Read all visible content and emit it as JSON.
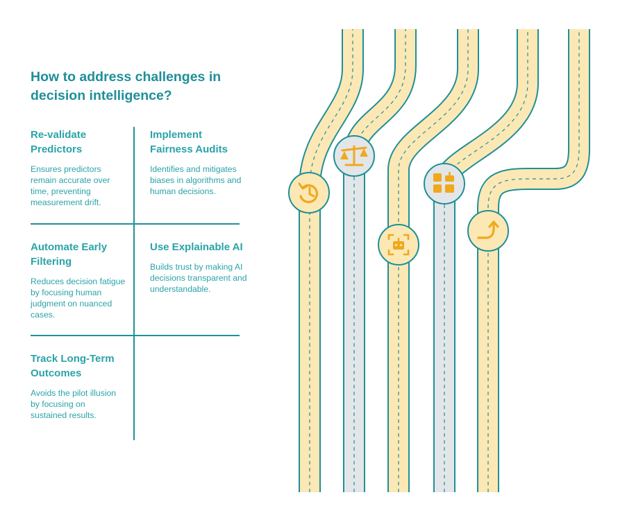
{
  "title": "How to address challenges in decision intelligence?",
  "cells": [
    {
      "heading": "Re-validate Predictors",
      "description": "Ensures predictors remain accurate over time, preventing measurement drift."
    },
    {
      "heading": "Implement Fairness Audits",
      "description": "Identifies and mitigates biases in algorithms and human decisions."
    },
    {
      "heading": "Automate Early Filtering",
      "description": "Reduces decision fatigue by focusing human judgment on nuanced cases."
    },
    {
      "heading": "Use Explainable AI",
      "description": "Builds trust by making AI decisions transparent and understandable."
    },
    {
      "heading": "Track Long-Term Outcomes",
      "description": "Avoids the pilot illusion by focusing on sustained results."
    }
  ],
  "colors": {
    "teal": "#1f8f99",
    "road_yellow": "#fbe8b4",
    "road_gray": "#e3e6e8",
    "icon_orange": "#f0a81c"
  },
  "icons": [
    "history-icon",
    "balance-scale-icon",
    "robot-scan-icon",
    "dashboard-robot-icon",
    "turn-up-arrow-icon"
  ]
}
